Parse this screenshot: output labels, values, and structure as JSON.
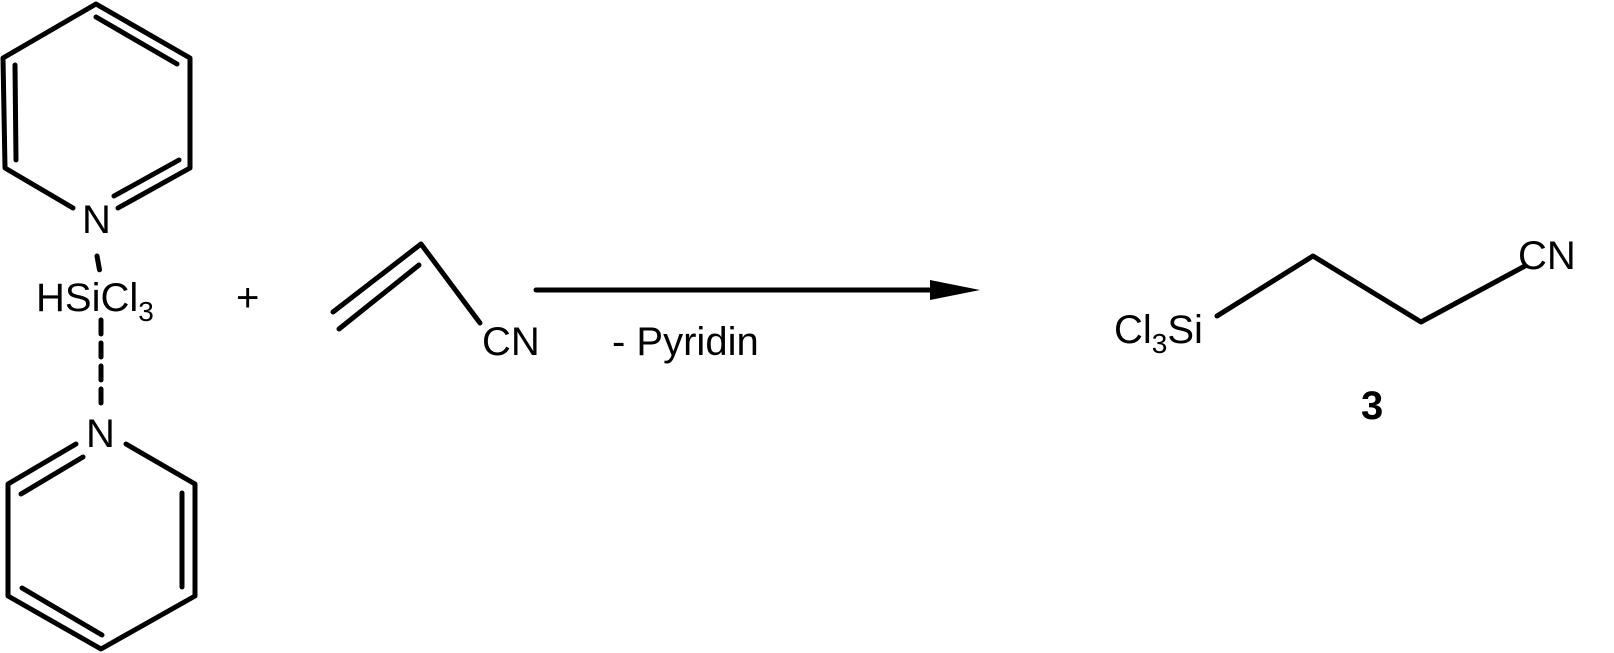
{
  "figure": {
    "type": "reaction-scheme",
    "reactant_1": {
      "name": "HSiCl3 bis(pyridine) adduct",
      "upper_ring_atom": "N",
      "lower_ring_atom": "N",
      "center_label_main": "HSiCl",
      "center_label_sub": "3"
    },
    "plus_sign": "+",
    "reactant_2": {
      "name": "acrylonitrile",
      "group_label": "CN"
    },
    "arrow": {
      "condition": "- Pyridin"
    },
    "product": {
      "left_label_main": "Cl",
      "left_label_sub": "3",
      "left_label_tail": "Si",
      "right_label": "CN",
      "compound_number": "3"
    },
    "colors": {
      "ink": "#000000",
      "background": "#ffffff"
    }
  }
}
